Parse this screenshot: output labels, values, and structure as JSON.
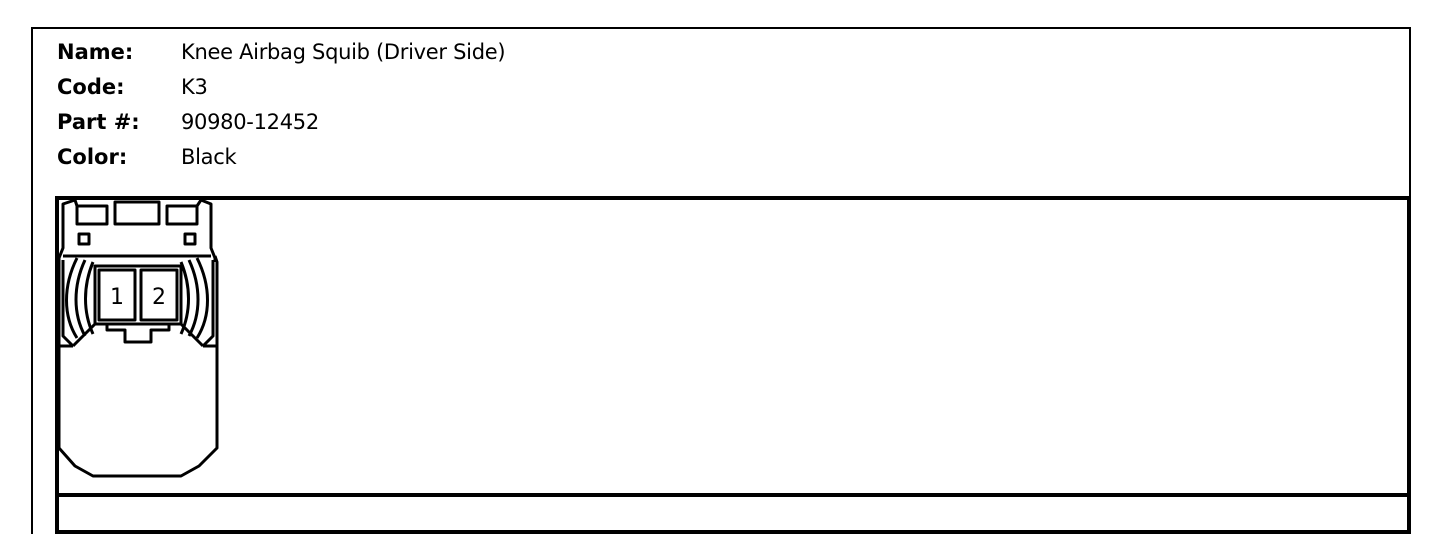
{
  "header": {
    "name_label": "Name:",
    "name_value": "Knee Airbag Squib (Driver Side)",
    "code_label": "Code:",
    "code_value": "K3",
    "part_label": "Part #:",
    "part_value": "90980-12452",
    "color_label": "Color:",
    "color_value": "Black"
  },
  "connector": {
    "pins": [
      "1",
      "2"
    ]
  }
}
